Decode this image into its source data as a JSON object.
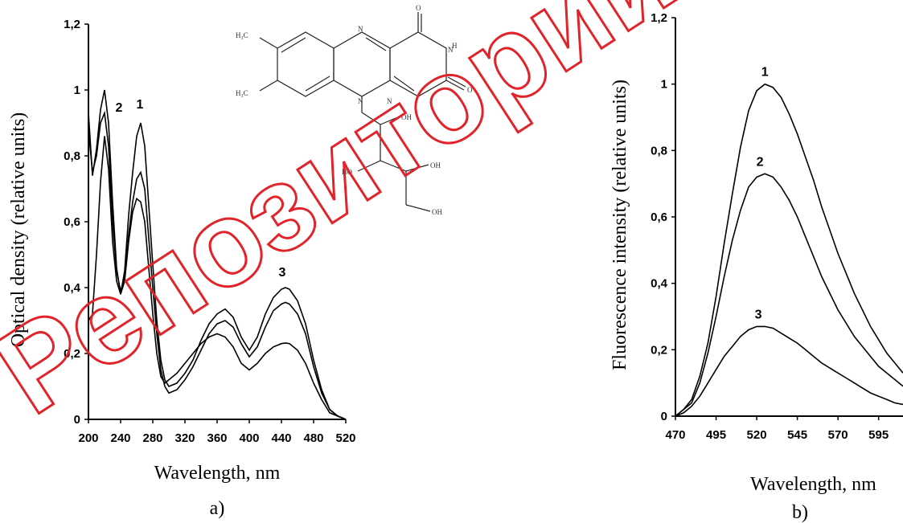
{
  "chart_data": [
    {
      "type": "line",
      "panel_label": "a)",
      "xlabel": "Wavelength, nm",
      "ylabel": "Optical density (relative units)",
      "xlim": [
        200,
        520
      ],
      "ylim": [
        0,
        1.2
      ],
      "xticks": [
        "200",
        "240",
        "280",
        "320",
        "360",
        "400",
        "440",
        "480",
        "520"
      ],
      "yticks": [
        "0",
        "0,2",
        "0,4",
        "0,6",
        "0,8",
        "1",
        "1,2"
      ],
      "series": [
        {
          "name": "1",
          "points": [
            [
              200,
              0.3
            ],
            [
              205,
              0.32
            ],
            [
              210,
              0.5
            ],
            [
              215,
              0.72
            ],
            [
              220,
              0.86
            ],
            [
              225,
              0.76
            ],
            [
              230,
              0.54
            ],
            [
              235,
              0.42
            ],
            [
              240,
              0.38
            ],
            [
              245,
              0.45
            ],
            [
              250,
              0.62
            ],
            [
              255,
              0.75
            ],
            [
              260,
              0.86
            ],
            [
              265,
              0.9
            ],
            [
              270,
              0.83
            ],
            [
              275,
              0.65
            ],
            [
              280,
              0.47
            ],
            [
              285,
              0.3
            ],
            [
              290,
              0.18
            ],
            [
              295,
              0.12
            ],
            [
              300,
              0.1
            ],
            [
              310,
              0.11
            ],
            [
              320,
              0.14
            ],
            [
              330,
              0.18
            ],
            [
              340,
              0.24
            ],
            [
              350,
              0.29
            ],
            [
              360,
              0.32
            ],
            [
              370,
              0.335
            ],
            [
              380,
              0.31
            ],
            [
              390,
              0.25
            ],
            [
              400,
              0.21
            ],
            [
              410,
              0.25
            ],
            [
              420,
              0.32
            ],
            [
              430,
              0.37
            ],
            [
              440,
              0.395
            ],
            [
              445,
              0.4
            ],
            [
              450,
              0.395
            ],
            [
              460,
              0.36
            ],
            [
              470,
              0.29
            ],
            [
              480,
              0.18
            ],
            [
              490,
              0.09
            ],
            [
              500,
              0.03
            ],
            [
              510,
              0.01
            ],
            [
              520,
              0.0
            ]
          ]
        },
        {
          "name": "2",
          "points": [
            [
              200,
              0.88
            ],
            [
              205,
              0.75
            ],
            [
              210,
              0.8
            ],
            [
              215,
              0.9
            ],
            [
              220,
              0.93
            ],
            [
              225,
              0.83
            ],
            [
              230,
              0.6
            ],
            [
              235,
              0.45
            ],
            [
              240,
              0.39
            ],
            [
              245,
              0.43
            ],
            [
              250,
              0.56
            ],
            [
              255,
              0.66
            ],
            [
              260,
              0.73
            ],
            [
              265,
              0.75
            ],
            [
              270,
              0.7
            ],
            [
              275,
              0.55
            ],
            [
              280,
              0.4
            ],
            [
              285,
              0.26
            ],
            [
              290,
              0.15
            ],
            [
              295,
              0.1
            ],
            [
              300,
              0.08
            ],
            [
              310,
              0.09
            ],
            [
              320,
              0.12
            ],
            [
              330,
              0.16
            ],
            [
              340,
              0.21
            ],
            [
              350,
              0.26
            ],
            [
              360,
              0.29
            ],
            [
              370,
              0.3
            ],
            [
              380,
              0.28
            ],
            [
              390,
              0.23
            ],
            [
              400,
              0.19
            ],
            [
              410,
              0.22
            ],
            [
              420,
              0.28
            ],
            [
              430,
              0.33
            ],
            [
              440,
              0.35
            ],
            [
              445,
              0.355
            ],
            [
              450,
              0.35
            ],
            [
              460,
              0.32
            ],
            [
              470,
              0.26
            ],
            [
              480,
              0.16
            ],
            [
              490,
              0.08
            ],
            [
              500,
              0.03
            ],
            [
              510,
              0.01
            ],
            [
              520,
              0.0
            ]
          ]
        },
        {
          "name": "3",
          "points": [
            [
              200,
              0.93
            ],
            [
              205,
              0.74
            ],
            [
              210,
              0.82
            ],
            [
              215,
              0.94
            ],
            [
              220,
              1.0
            ],
            [
              225,
              0.9
            ],
            [
              230,
              0.66
            ],
            [
              235,
              0.46
            ],
            [
              240,
              0.38
            ],
            [
              245,
              0.42
            ],
            [
              250,
              0.54
            ],
            [
              255,
              0.63
            ],
            [
              260,
              0.67
            ],
            [
              265,
              0.66
            ],
            [
              270,
              0.6
            ],
            [
              275,
              0.46
            ],
            [
              280,
              0.32
            ],
            [
              285,
              0.2
            ],
            [
              290,
              0.13
            ],
            [
              295,
              0.11
            ],
            [
              300,
              0.12
            ],
            [
              310,
              0.14
            ],
            [
              320,
              0.17
            ],
            [
              330,
              0.2
            ],
            [
              340,
              0.23
            ],
            [
              350,
              0.25
            ],
            [
              360,
              0.26
            ],
            [
              370,
              0.25
            ],
            [
              380,
              0.22
            ],
            [
              390,
              0.17
            ],
            [
              400,
              0.15
            ],
            [
              410,
              0.17
            ],
            [
              420,
              0.2
            ],
            [
              430,
              0.22
            ],
            [
              440,
              0.23
            ],
            [
              445,
              0.232
            ],
            [
              450,
              0.23
            ],
            [
              460,
              0.21
            ],
            [
              470,
              0.17
            ],
            [
              480,
              0.11
            ],
            [
              490,
              0.06
            ],
            [
              500,
              0.02
            ],
            [
              510,
              0.01
            ],
            [
              520,
              0.0
            ]
          ]
        }
      ]
    },
    {
      "type": "line",
      "panel_label": "b)",
      "xlabel": "Wavelength, nm",
      "ylabel": "Fluorescence intensity (relative units)",
      "xlim": [
        470,
        610
      ],
      "ylim": [
        0,
        1.2
      ],
      "xticks": [
        "470",
        "495",
        "520",
        "545",
        "570",
        "595"
      ],
      "yticks": [
        "0",
        "0,2",
        "0,4",
        "0,6",
        "0,8",
        "1",
        "1,2"
      ],
      "series": [
        {
          "name": "1",
          "points": [
            [
              470,
              0
            ],
            [
              475,
              0.02
            ],
            [
              480,
              0.05
            ],
            [
              485,
              0.12
            ],
            [
              490,
              0.22
            ],
            [
              495,
              0.36
            ],
            [
              500,
              0.52
            ],
            [
              505,
              0.67
            ],
            [
              510,
              0.81
            ],
            [
              515,
              0.92
            ],
            [
              520,
              0.98
            ],
            [
              525,
              1.0
            ],
            [
              530,
              0.99
            ],
            [
              535,
              0.96
            ],
            [
              540,
              0.91
            ],
            [
              545,
              0.85
            ],
            [
              550,
              0.78
            ],
            [
              555,
              0.71
            ],
            [
              560,
              0.63
            ],
            [
              565,
              0.56
            ],
            [
              570,
              0.49
            ],
            [
              575,
              0.43
            ],
            [
              580,
              0.37
            ],
            [
              585,
              0.32
            ],
            [
              590,
              0.27
            ],
            [
              595,
              0.23
            ],
            [
              600,
              0.19
            ],
            [
              605,
              0.16
            ],
            [
              610,
              0.13
            ]
          ]
        },
        {
          "name": "2",
          "points": [
            [
              470,
              0
            ],
            [
              475,
              0.02
            ],
            [
              480,
              0.04
            ],
            [
              485,
              0.1
            ],
            [
              490,
              0.19
            ],
            [
              495,
              0.3
            ],
            [
              500,
              0.42
            ],
            [
              505,
              0.53
            ],
            [
              510,
              0.62
            ],
            [
              515,
              0.69
            ],
            [
              520,
              0.72
            ],
            [
              525,
              0.73
            ],
            [
              530,
              0.72
            ],
            [
              535,
              0.69
            ],
            [
              540,
              0.65
            ],
            [
              545,
              0.6
            ],
            [
              550,
              0.54
            ],
            [
              555,
              0.48
            ],
            [
              560,
              0.42
            ],
            [
              565,
              0.37
            ],
            [
              570,
              0.32
            ],
            [
              575,
              0.28
            ],
            [
              580,
              0.24
            ],
            [
              585,
              0.21
            ],
            [
              590,
              0.18
            ],
            [
              595,
              0.15
            ],
            [
              600,
              0.13
            ],
            [
              605,
              0.11
            ],
            [
              610,
              0.09
            ]
          ]
        },
        {
          "name": "3",
          "points": [
            [
              470,
              0
            ],
            [
              475,
              0.01
            ],
            [
              480,
              0.03
            ],
            [
              485,
              0.06
            ],
            [
              490,
              0.1
            ],
            [
              495,
              0.14
            ],
            [
              500,
              0.18
            ],
            [
              505,
              0.21
            ],
            [
              510,
              0.24
            ],
            [
              515,
              0.26
            ],
            [
              520,
              0.27
            ],
            [
              525,
              0.27
            ],
            [
              530,
              0.265
            ],
            [
              535,
              0.25
            ],
            [
              540,
              0.235
            ],
            [
              545,
              0.22
            ],
            [
              550,
              0.2
            ],
            [
              555,
              0.18
            ],
            [
              560,
              0.16
            ],
            [
              565,
              0.145
            ],
            [
              570,
              0.13
            ],
            [
              575,
              0.115
            ],
            [
              580,
              0.1
            ],
            [
              585,
              0.085
            ],
            [
              590,
              0.07
            ],
            [
              595,
              0.06
            ],
            [
              600,
              0.05
            ],
            [
              605,
              0.04
            ],
            [
              610,
              0.035
            ]
          ]
        }
      ]
    }
  ],
  "inset_structure": {
    "atom_labels": [
      "H₃C",
      "H₃C",
      "N",
      "N",
      "N",
      "N",
      "O",
      "H",
      "O",
      "OH",
      "OH",
      "HO",
      "OH"
    ]
  },
  "watermark": {
    "text": "Репозиторий",
    "color": "#e0242a"
  }
}
